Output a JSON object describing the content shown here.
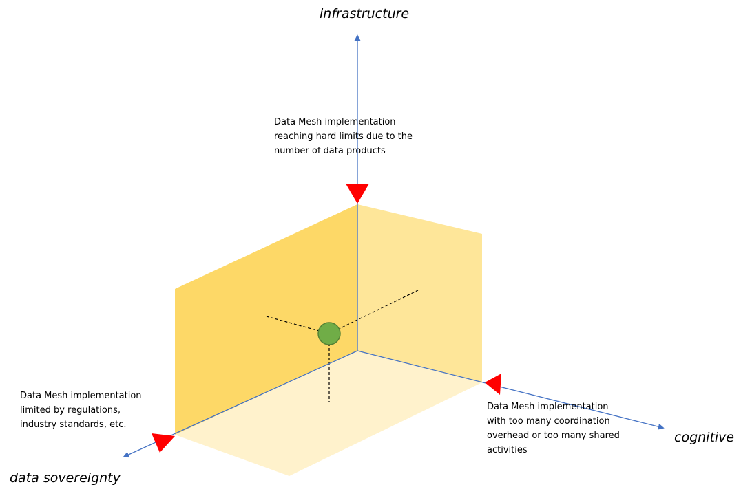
{
  "axes": {
    "infrastructure": {
      "label": "infrastructure"
    },
    "cognitive": {
      "label": "cognitive"
    },
    "data_sovereignty": {
      "label": "data sovereignty"
    }
  },
  "limits": {
    "infrastructure": {
      "lines": [
        "Data Mesh implementation",
        "reaching hard limits due to the",
        "number of data products"
      ]
    },
    "cognitive": {
      "lines": [
        "Data Mesh implementation",
        "with too many coordination",
        "overhead or too many shared",
        "activities"
      ]
    },
    "data_sovereignty": {
      "lines": [
        "Data Mesh implementation",
        "limited by regulations,",
        "industry standards, etc."
      ]
    }
  },
  "colors": {
    "axis": "#4472c4",
    "limit_marker": "#ff0000",
    "current_point": "#70ad47",
    "current_point_edge": "#548235",
    "back_plane": "#fdd867",
    "side_plane": "#fee699",
    "floor_plane": "#fff2cc",
    "projection_line": "#000000"
  }
}
